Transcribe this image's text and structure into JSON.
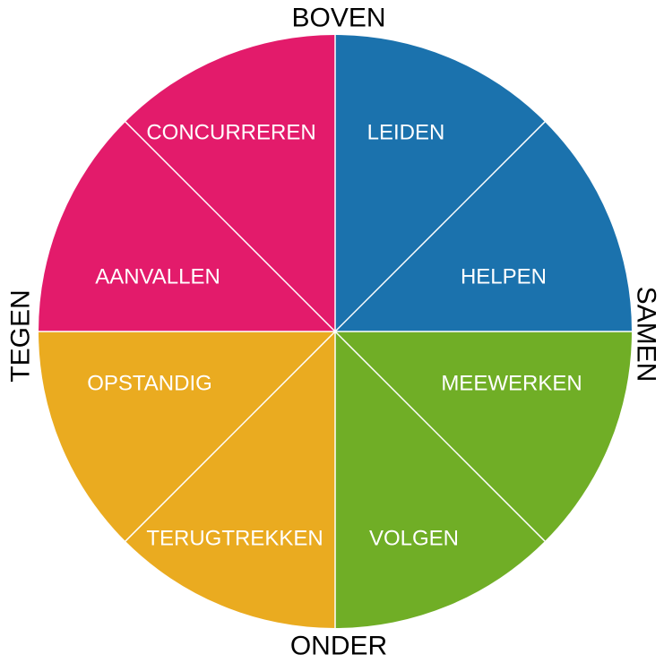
{
  "axes": {
    "top": "BOVEN",
    "bottom": "ONDER",
    "left": "TEGEN",
    "right": "SAMEN"
  },
  "segments": [
    {
      "label": "LEIDEN",
      "color": "#1b72ad"
    },
    {
      "label": "HELPEN",
      "color": "#1b72ad"
    },
    {
      "label": "MEEWERKEN",
      "color": "#70ae26"
    },
    {
      "label": "VOLGEN",
      "color": "#70ae26"
    },
    {
      "label": "TERUGTREKKEN",
      "color": "#eaab20"
    },
    {
      "label": "OPSTANDIG",
      "color": "#eaab20"
    },
    {
      "label": "AANVALLEN",
      "color": "#e31b6b"
    },
    {
      "label": "CONCURREREN",
      "color": "#e31b6b"
    }
  ],
  "divider_color": "#ffffff"
}
